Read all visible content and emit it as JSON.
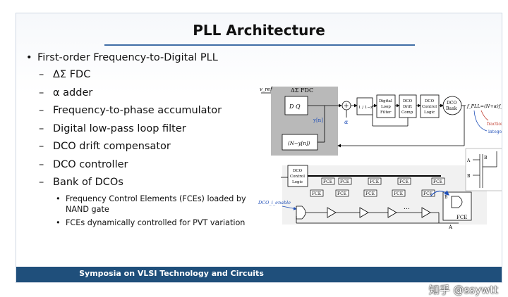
{
  "slide": {
    "title": "PLL Architecture",
    "bullets": [
      {
        "text": "First-order Frequency-to-Digital PLL",
        "level": 1
      },
      {
        "text": "ΔΣ FDC",
        "level": 2
      },
      {
        "text": "α adder",
        "level": 2
      },
      {
        "text": "Frequency-to-phase accumulator",
        "level": 2
      },
      {
        "text": "Digital low-pass loop filter",
        "level": 2
      },
      {
        "text": "DCO drift compensator",
        "level": 2
      },
      {
        "text": "DCO controller",
        "level": 2
      },
      {
        "text": "Bank of DCOs",
        "level": 2
      },
      {
        "text": "Frequency Control Elements (FCEs) loaded by NAND gate",
        "level": 3
      },
      {
        "text": "FCEs dynamically controlled for PVT variation",
        "level": 3
      }
    ],
    "footer": "Symposia on VLSI Technology and Circuits"
  },
  "diagram": {
    "vref": "v_ref",
    "fdc_label": "ΔΣ FDC",
    "dq": "D Q",
    "y_n": "y[n]",
    "n_y_n": "(N−y[n])",
    "alpha": "α",
    "integrator": "1 / 1−z⁻¹",
    "loop_filter": [
      "Digital",
      "Loop",
      "Filter"
    ],
    "drift_comp": [
      "DCO",
      "Drift",
      "Comp"
    ],
    "control_logic": [
      "DCO",
      "Control",
      "Logic"
    ],
    "dco_bank": [
      "DCO",
      "Bank"
    ],
    "fpll": "f_PLL=(N+α)f_ref",
    "fraction": "fraction",
    "integer": "integer",
    "ctrl_logic_2": [
      "DCO",
      "Control",
      "Logic"
    ],
    "dco_enable": "DCO_i_enable",
    "fce": "FCE",
    "dots": "...",
    "a_label": "A",
    "b_label": "B",
    "b_top": "B",
    "a_bottom": "A",
    "a_top": "A",
    "b_mid": "B"
  },
  "watermark": "知乎 @ssywtt",
  "colors": {
    "footer_bg": "#1f4f7b",
    "accent_blue": "#1f4fb8",
    "gray_box": "#b9b9b9",
    "title_rule": "#3f6da6"
  }
}
